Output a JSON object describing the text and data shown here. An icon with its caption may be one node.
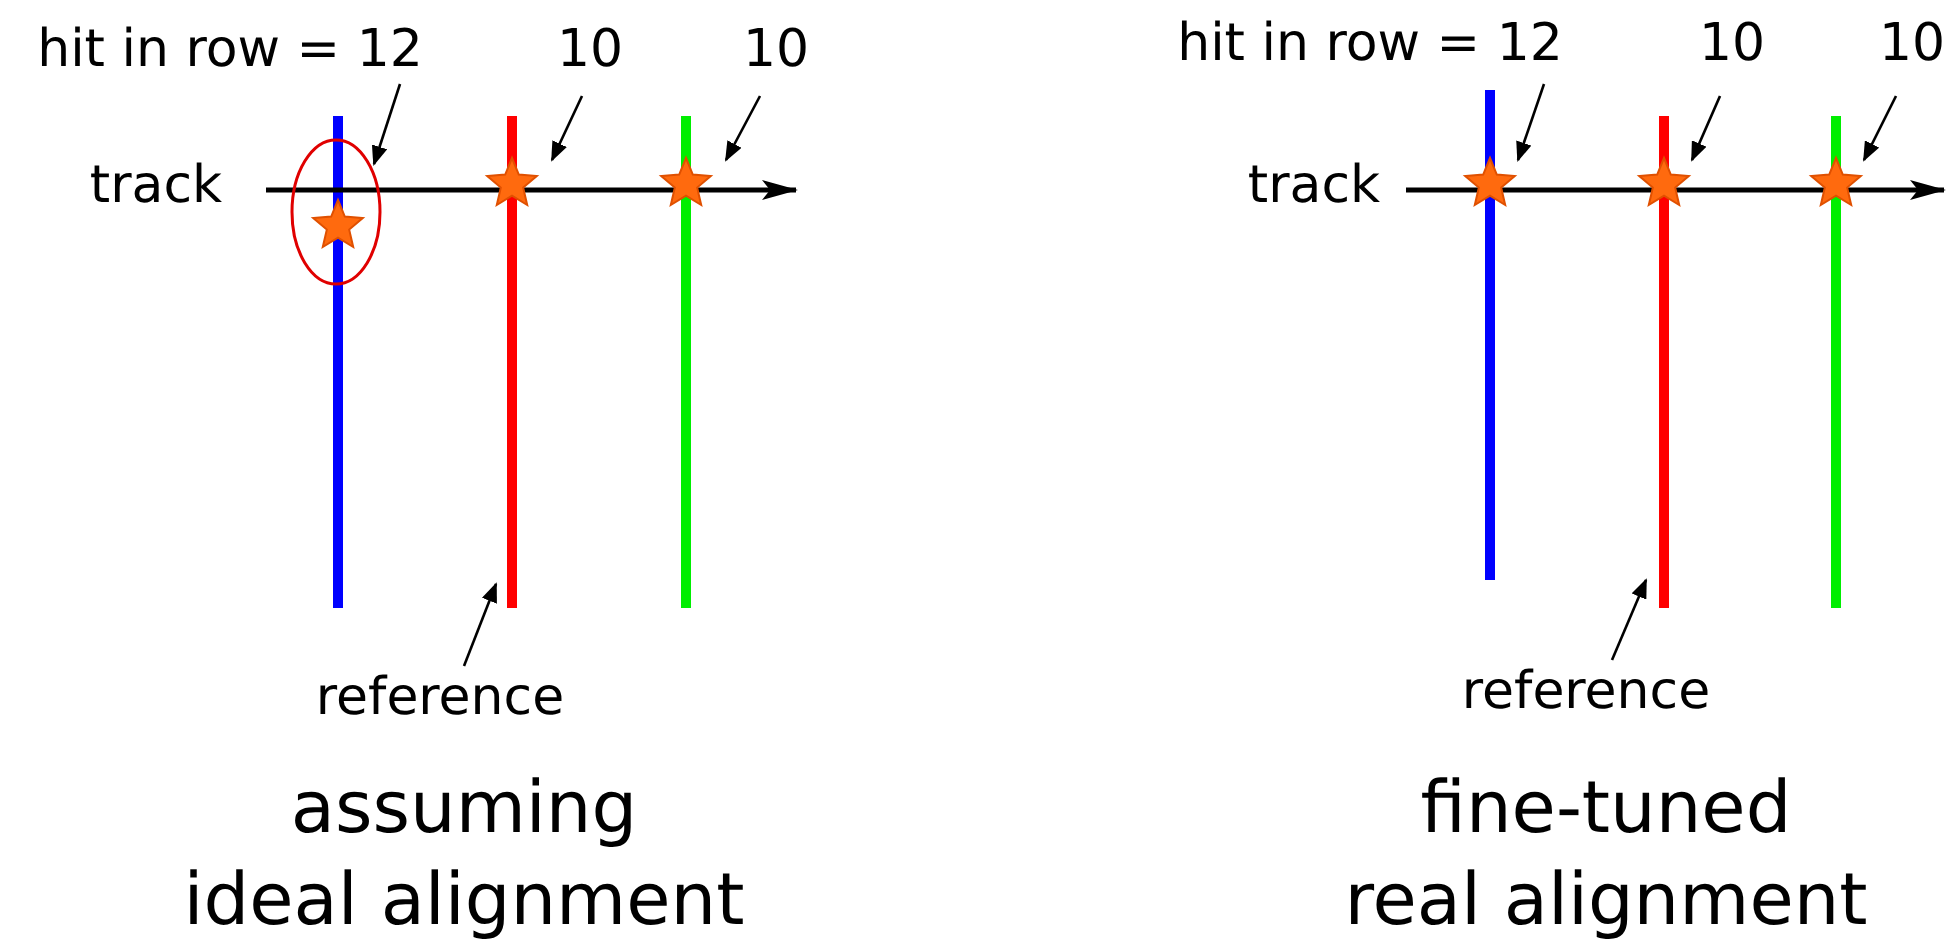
{
  "diagram": {
    "nodes": [
      {
        "text": [
          "hit in row = 12"
        ]
      },
      {
        "text": [
          "10"
        ]
      },
      {
        "text": [
          "10"
        ]
      },
      {
        "text": [],
        "shape": "star"
      },
      {
        "text": [],
        "shape": "star"
      },
      {
        "text": [],
        "shape": "star"
      },
      {
        "text": [
          "reference"
        ]
      },
      {
        "text": [],
        "shape": "bar"
      },
      {
        "text": [],
        "shape": "bar"
      },
      {
        "text": [],
        "shape": "bar"
      },
      {
        "text": [
          "hit in row = 12"
        ]
      },
      {
        "text": [
          "10"
        ]
      },
      {
        "text": [
          "10"
        ]
      },
      {
        "text": [],
        "shape": "star"
      },
      {
        "text": [],
        "shape": "star"
      },
      {
        "text": [],
        "shape": "star"
      },
      {
        "text": [
          "reference"
        ]
      },
      {
        "text": [],
        "shape": "bar"
      },
      {
        "text": [],
        "shape": "bar"
      },
      {
        "text": [],
        "shape": "bar"
      }
    ],
    "edges": [
      {
        "from": 0,
        "to": 3,
        "arrow": "to"
      },
      {
        "from": 1,
        "to": 4,
        "arrow": "to"
      },
      {
        "from": 2,
        "to": 5,
        "arrow": "to"
      },
      {
        "from": 6,
        "to": 8,
        "arrow": "to"
      },
      {
        "from": 10,
        "to": 13,
        "arrow": "to"
      },
      {
        "from": 11,
        "to": 14,
        "arrow": "to"
      },
      {
        "from": 12,
        "to": 15,
        "arrow": "to"
      },
      {
        "from": 16,
        "to": 18,
        "arrow": "to"
      }
    ],
    "labels": [
      "track",
      "assuming ideal alignment",
      "track",
      "fine-tuned real alignment"
    ]
  }
}
